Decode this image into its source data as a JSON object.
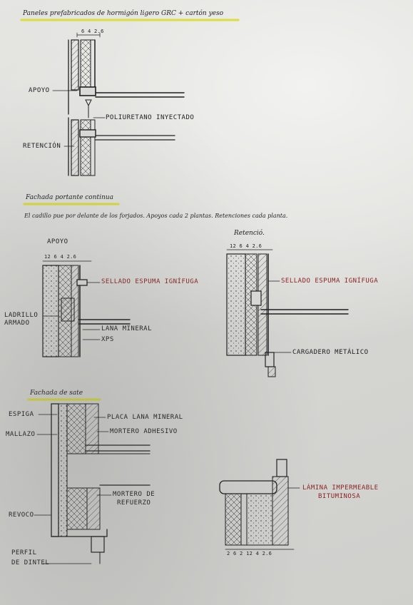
{
  "sections": [
    {
      "title": "Paneles prefabricados de hormigón ligero GRC + cartón yeso",
      "dims": "6 4 2.6",
      "labels": {
        "apoyo": "APOYO",
        "poliuretano": "POLIURETANO INYECTADO",
        "retencion": "RETENCIÓN"
      }
    },
    {
      "title": "Fachada portante continua",
      "note": "El cadillo pue por delante de los forjados. Apoyos cada 2 plantas. Retenciones cada planta.",
      "apoyo_title": "APOYO",
      "retencion_title": "Retenció.",
      "dims_left": "12 6 4 2.6",
      "dims_right": "12 6 4 2.6",
      "labels": {
        "sellado_left": "SELLADO ESPUMA IGNÍFUGA",
        "sellado_right": "SELLADO ESPUMA IGNÍFUGA",
        "ladrillo": "LADRILLO",
        "armado": "ARMADO",
        "lana": "LANA MINERAL",
        "xps": "XPS",
        "cargadero": "CARGADERO METÁLICO"
      }
    },
    {
      "title": "Fachada de sate",
      "dims_bottom": "2 6 2 12 4 2.6",
      "labels": {
        "espiga": "ESPIGA",
        "mallazo": "MALLAZO",
        "placa": "PLACA LANA MINERAL",
        "mortero_adh": "MORTERO ADHESIVO",
        "mortero_ref_1": "MORTERO DE",
        "mortero_ref_2": "REFUERZO",
        "revoco": "REVOCO",
        "perfil_1": "PERFIL",
        "perfil_2": "DE DINTEL",
        "lamina_1": "LÁMINA IMPERMEABLE",
        "lamina_2": "BITUMINOSA"
      }
    }
  ],
  "colors": {
    "ink": "#1f1f22",
    "red_ink": "#8a2424",
    "highlight": "#e2e728"
  }
}
